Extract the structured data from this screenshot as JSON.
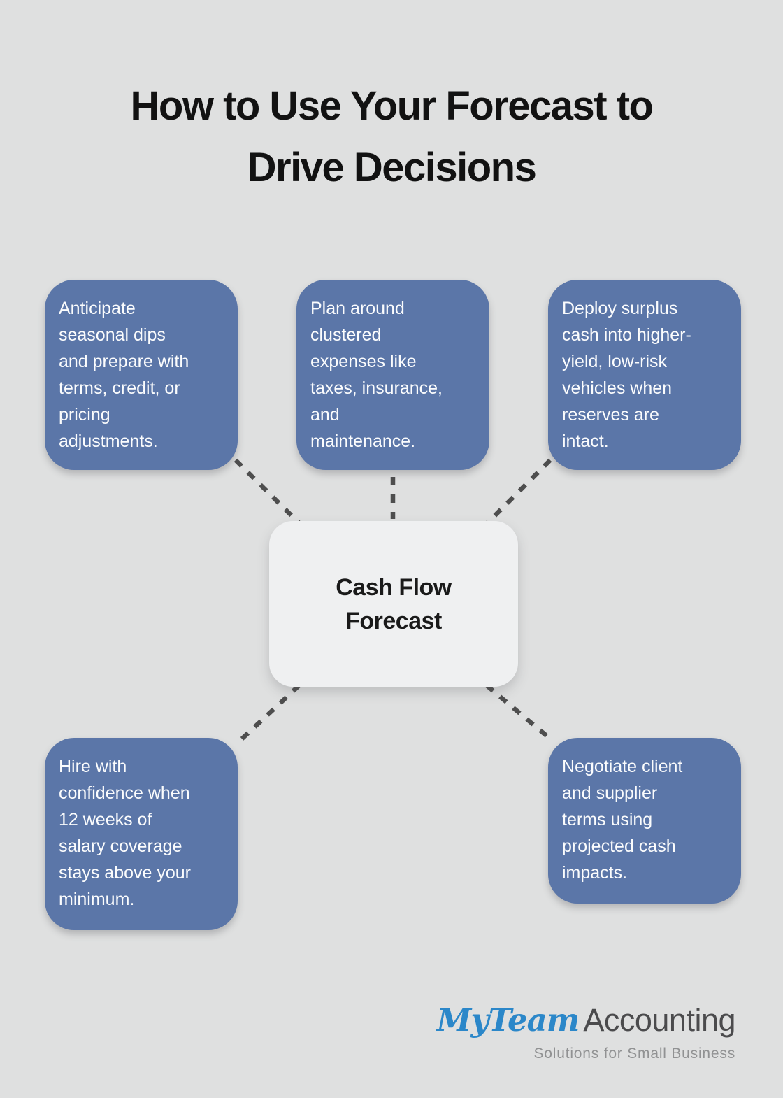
{
  "title": "How to Use Your Forecast to\nDrive Decisions",
  "center": {
    "label": "Cash Flow\nForecast"
  },
  "nodes": [
    {
      "id": "anticipate-seasonal-dips",
      "text": "Anticipate\nseasonal dips\nand prepare with\nterms, credit, or\npricing\nadjustments."
    },
    {
      "id": "plan-clustered-expenses",
      "text": "Plan around\nclustered\nexpenses like\ntaxes, insurance,\nand\nmaintenance."
    },
    {
      "id": "deploy-surplus-cash",
      "text": "Deploy surplus\ncash into higher-\nyield, low-risk\nvehicles when\nreserves are\nintact."
    },
    {
      "id": "hire-with-confidence",
      "text": "Hire with\nconfidence when\n12 weeks of\nsalary coverage\nstays above your\nminimum."
    },
    {
      "id": "negotiate-terms",
      "text": "Negotiate client\nand supplier\nterms using\nprojected cash\nimpacts."
    }
  ],
  "logo": {
    "brand_script": "MyTeam",
    "brand_rest": "Accounting",
    "tagline": "Solutions for Small Business"
  },
  "colors": {
    "background": "#dfe0e0",
    "node_blue": "#5b76a8",
    "node_text": "#fbfcfd",
    "center_bg": "#eff0f1",
    "center_text": "#1a1a1a",
    "connector": "#4e4e4e",
    "title": "#121212",
    "logo_blue": "#2b87c9",
    "logo_gray": "#4b4b4d",
    "tagline_gray": "#919293"
  }
}
